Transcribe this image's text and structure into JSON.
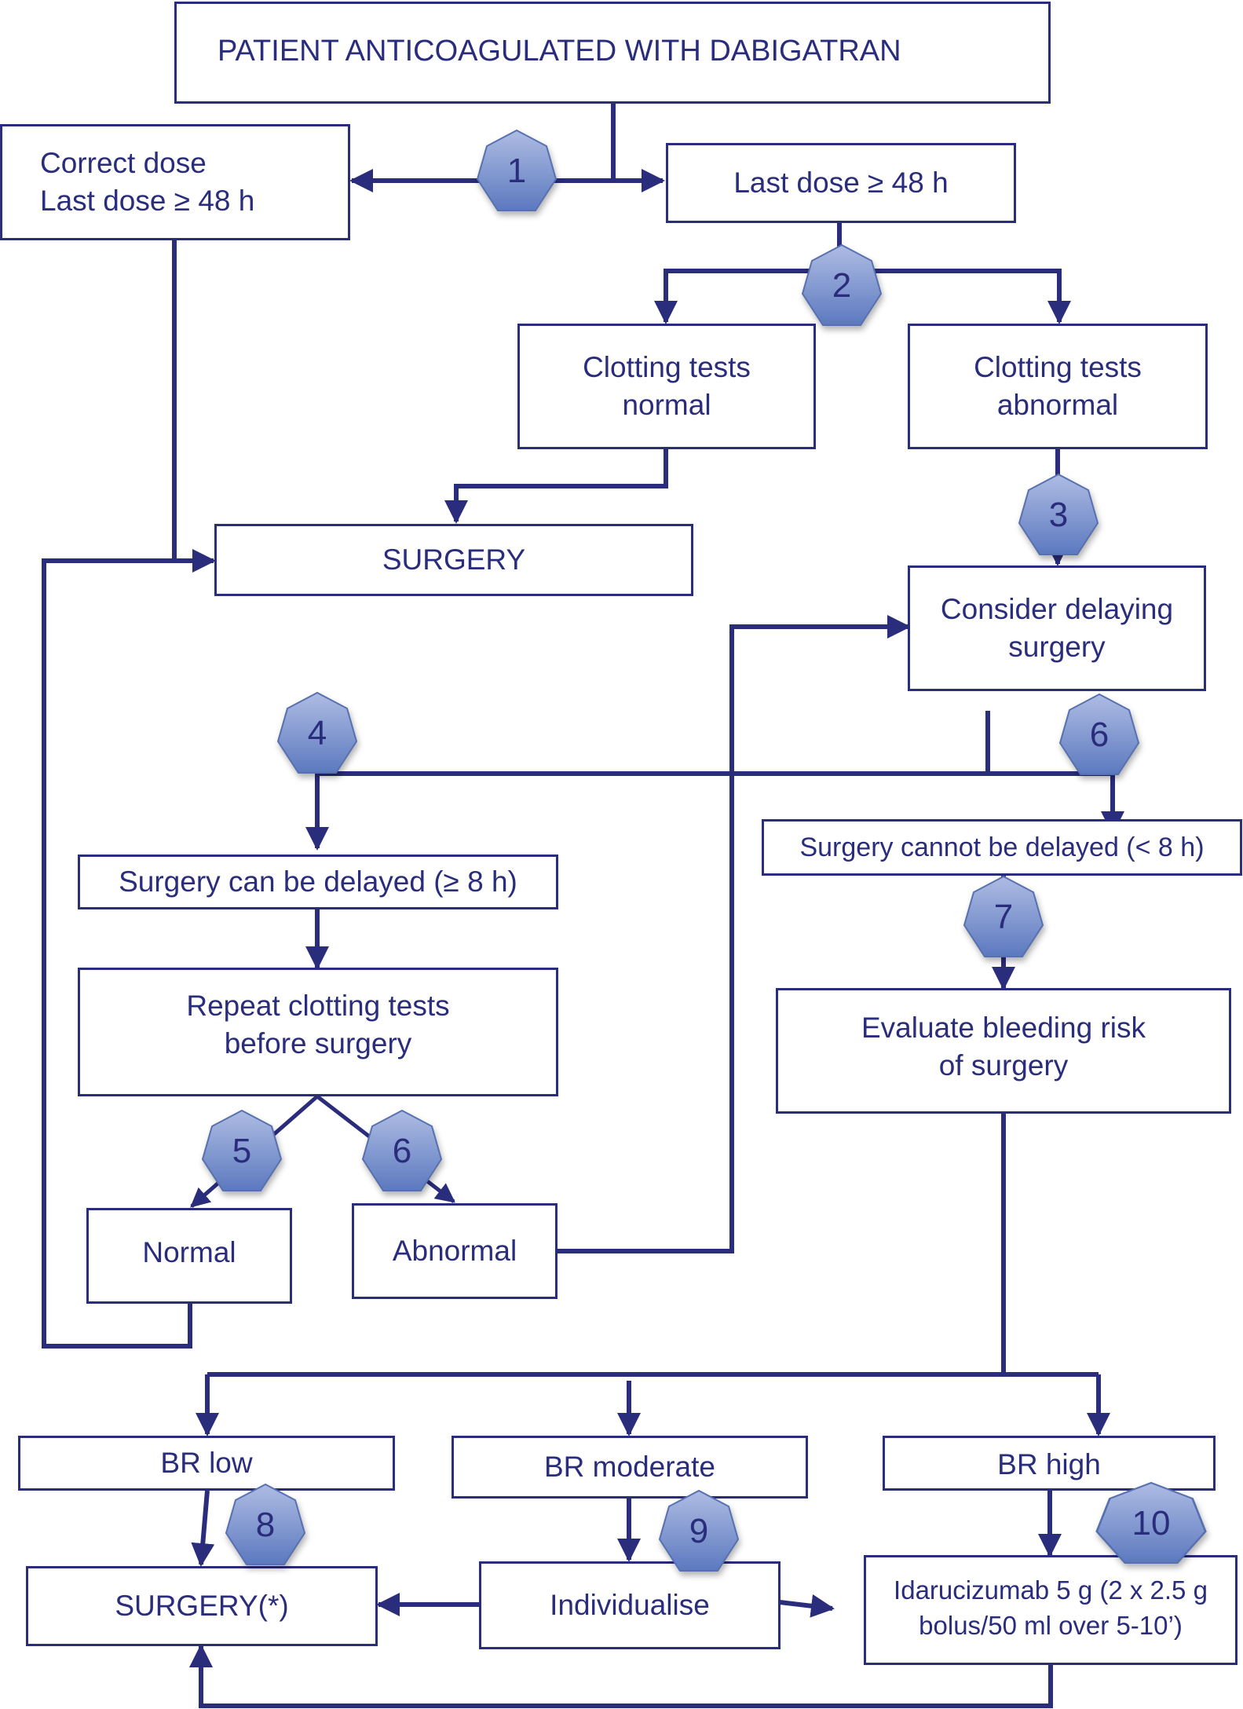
{
  "title": "PATIENT ANTICOAGULATED WITH DABIGATRAN",
  "colors": {
    "line": "#2a2c7c",
    "hex_top": "#a9b8e0",
    "hex_bottom": "#5f7cc0",
    "hex_border": "#5670b0"
  },
  "nodes": {
    "correct_dose": "Correct dose\nLast dose ≥ 48 h",
    "last_dose": "Last dose ≥ 48 h",
    "clotting_normal": "Clotting tests\nnormal",
    "clotting_abnormal": "Clotting tests\nabnormal",
    "surgery": "SURGERY",
    "consider_delaying": "Consider delaying\nsurgery",
    "can_be_delayed": "Surgery can be delayed (≥ 8 h)",
    "cannot_be_delayed": "Surgery cannot be delayed (< 8 h)",
    "repeat_tests": "Repeat clotting tests\nbefore surgery",
    "evaluate_risk": "Evaluate bleeding risk\nof surgery",
    "normal": "Normal",
    "abnormal": "Abnormal",
    "br_low": "BR low",
    "br_moderate": "BR moderate",
    "br_high": "BR high",
    "surgery_star": "SURGERY(*)",
    "individualise": "Individualise",
    "idarucizumab": "Idarucizumab 5 g (2 x 2.5 g\nbolus/50 ml over 5-10’)"
  },
  "steps": [
    "1",
    "2",
    "3",
    "4",
    "5",
    "6",
    "6",
    "7",
    "8",
    "9",
    "10"
  ]
}
